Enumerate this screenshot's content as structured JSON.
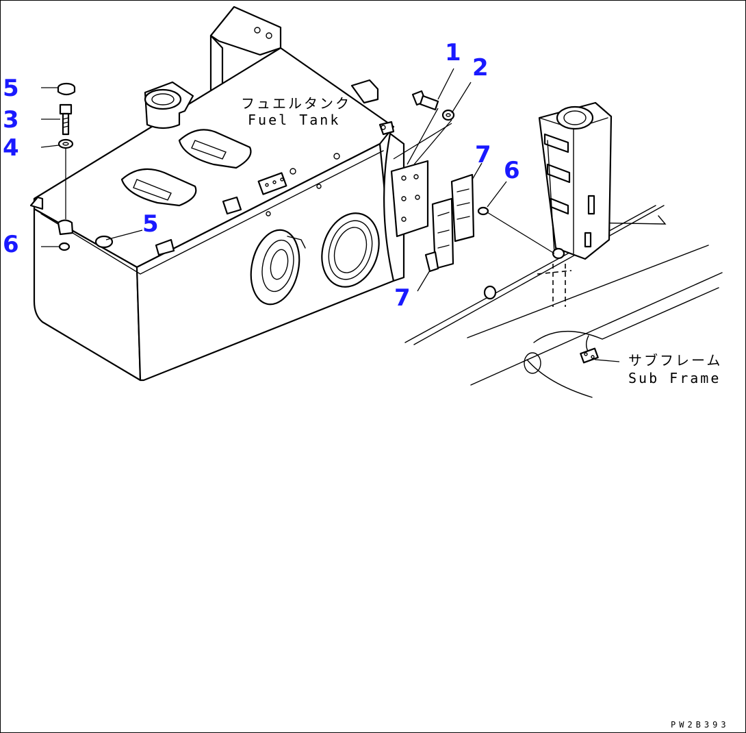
{
  "drawing": {
    "callout_color": "#1a1aff",
    "code": "PW2B393"
  },
  "labels": {
    "fuel_tank_jp": "フュエルタンク",
    "fuel_tank_en": "Fuel Tank",
    "sub_frame_jp": "サブフレーム",
    "sub_frame_en": "Sub Frame"
  },
  "callouts": [
    {
      "id": "c1",
      "number": "1"
    },
    {
      "id": "c2",
      "number": "2"
    },
    {
      "id": "c3",
      "number": "3"
    },
    {
      "id": "c4",
      "number": "4"
    },
    {
      "id": "c5a",
      "number": "5"
    },
    {
      "id": "c5b",
      "number": "5"
    },
    {
      "id": "c6a",
      "number": "6"
    },
    {
      "id": "c6b",
      "number": "6"
    },
    {
      "id": "c7a",
      "number": "7"
    },
    {
      "id": "c7b",
      "number": "7"
    }
  ]
}
